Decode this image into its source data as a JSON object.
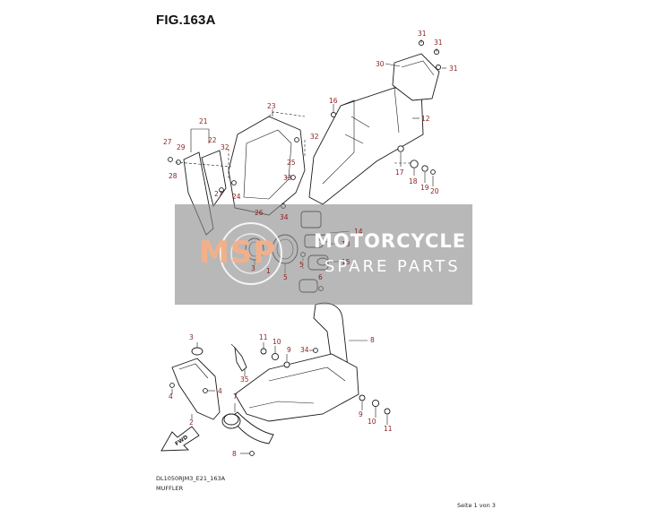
{
  "figure": {
    "title": "FIG.163A",
    "code": "DL1050RJM3_E21_163A",
    "name": "MUFFLER",
    "page": "Seite 1 von 3"
  },
  "watermark": {
    "logo": "MSP",
    "line1": "MOTORCYCLE",
    "line2": "SPARE PARTS"
  },
  "callouts": {
    "c31a": "31",
    "c31b": "31",
    "c31c": "31",
    "c30": "30",
    "c16": "16",
    "c12": "12",
    "c23": "23",
    "c21": "21",
    "c27a": "27",
    "c29": "29",
    "c22": "22",
    "c32a": "32",
    "c32b": "32",
    "c28": "28",
    "c25": "25",
    "c17": "17",
    "c18": "18",
    "c19": "19",
    "c20": "20",
    "c33": "33",
    "c24": "24",
    "c27b": "27",
    "c26": "26",
    "c34a": "34",
    "c14": "14",
    "c13": "13",
    "c5a": "5",
    "c15": "15",
    "c3a": "3",
    "c1": "1",
    "c5b": "5",
    "c6": "6",
    "c8": "8",
    "c3b": "3",
    "c11a": "11",
    "c10a": "10",
    "c9a": "9",
    "c34b": "34",
    "c4a": "4",
    "c4b": "4",
    "c35": "35",
    "c7": "7",
    "c2": "2",
    "c9b": "9",
    "c10b": "10",
    "c11b": "11",
    "c8b": "8",
    "fwd": "FWD"
  }
}
